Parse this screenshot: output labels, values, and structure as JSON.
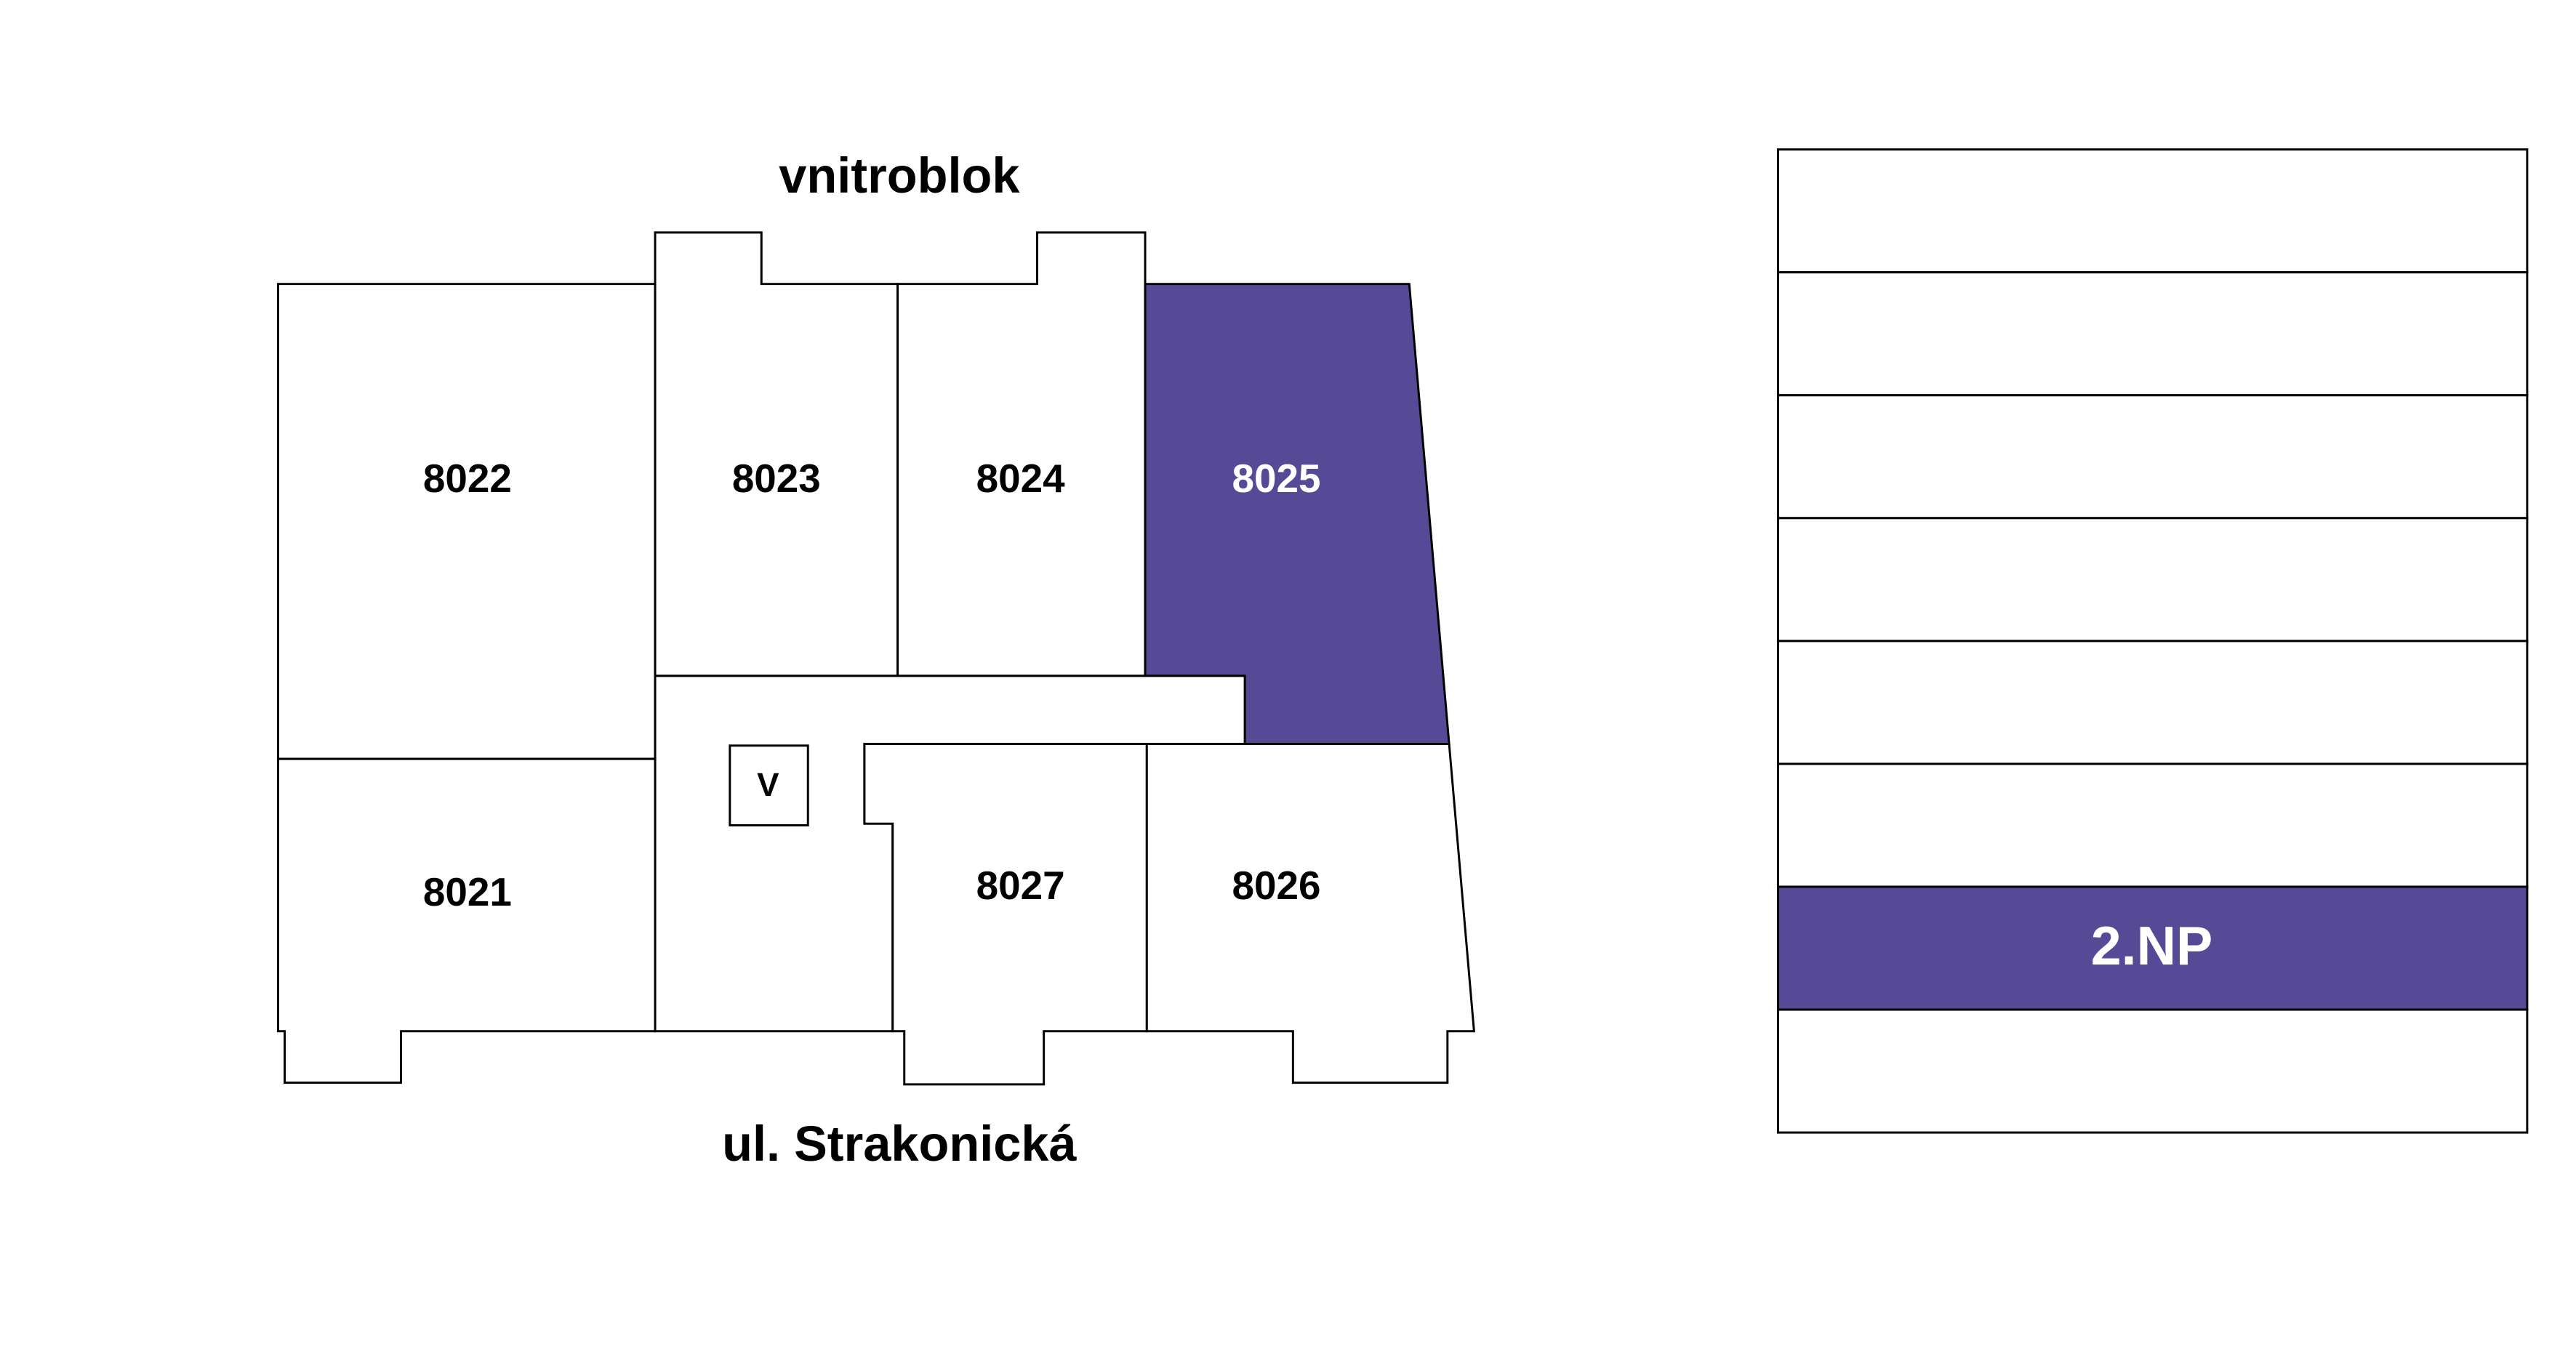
{
  "colors": {
    "selected": "#564a96",
    "outline": "#000000",
    "background": "#ffffff"
  },
  "plan": {
    "top_label": "vnitroblok",
    "bottom_label": "ul. Strakonická",
    "units": [
      {
        "id": "8022",
        "selected": false
      },
      {
        "id": "8023",
        "selected": false
      },
      {
        "id": "8024",
        "selected": false
      },
      {
        "id": "8025",
        "selected": true
      },
      {
        "id": "8021",
        "selected": false
      },
      {
        "id": "8027",
        "selected": false
      },
      {
        "id": "8026",
        "selected": false
      }
    ],
    "stair_label": "V"
  },
  "floors": {
    "selected_label": "2.NP",
    "count": 8,
    "selected_index_from_top": 6
  }
}
